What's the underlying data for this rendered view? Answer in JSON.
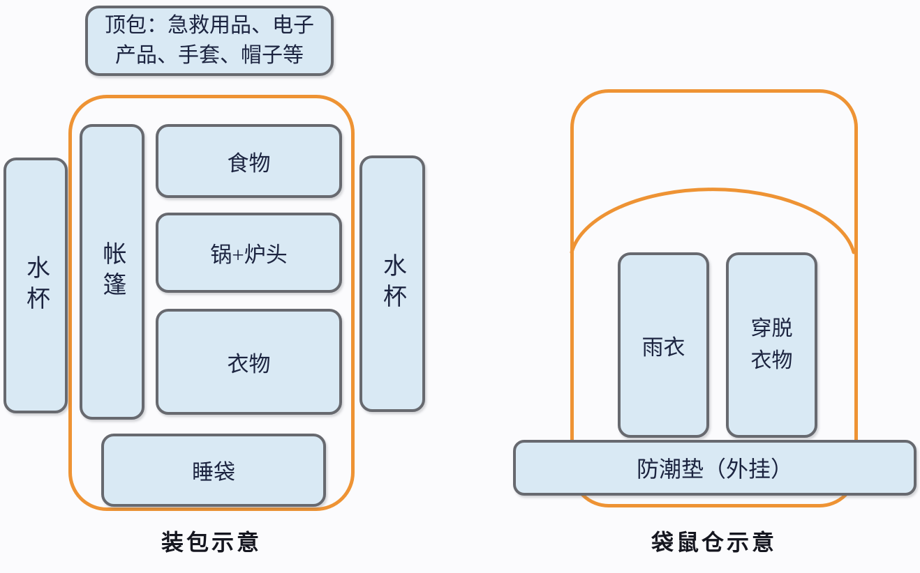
{
  "colors": {
    "background": "#fbfbfd",
    "box_fill": "#d9e9f4",
    "box_border": "#67696f",
    "outline_orange": "#ee9334",
    "box_text": "#1c2440",
    "caption_text": "#15161f"
  },
  "left_diagram": {
    "top_pocket_line1": "顶包：急救用品、电子",
    "top_pocket_line2": "产品、手套、帽子等",
    "water_cup_left": "水杯",
    "tent": "帐篷",
    "food": "食物",
    "pot_stove": "锅+炉头",
    "clothes": "衣物",
    "water_cup_right": "水杯",
    "sleeping_bag": "睡袋",
    "caption": "装包示意"
  },
  "right_diagram": {
    "raincoat": "雨衣",
    "wear_clothes": "穿脱衣物",
    "pad": "防潮垫（外挂）",
    "caption": "袋鼠仓示意"
  }
}
